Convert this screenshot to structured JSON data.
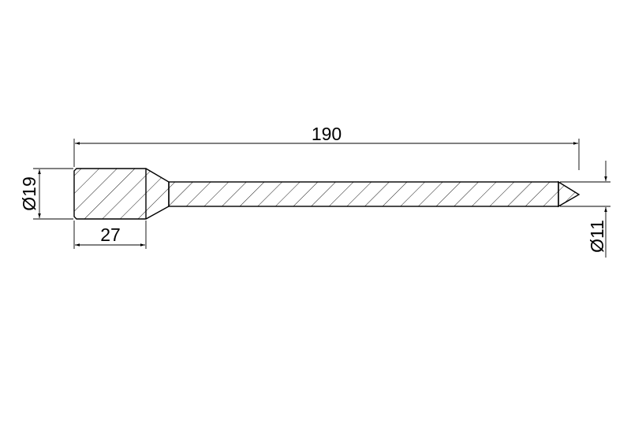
{
  "drawing": {
    "dimensions": {
      "overall_length": "190",
      "head_diameter": "Ø19",
      "head_length": "27",
      "shaft_diameter": "Ø11"
    },
    "colors": {
      "line": "#000000",
      "background": "#ffffff"
    }
  }
}
